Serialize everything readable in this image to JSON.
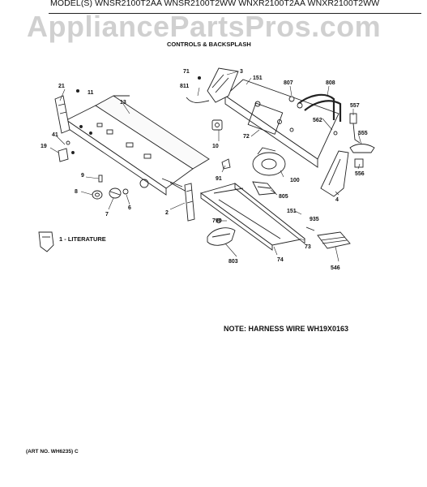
{
  "header": {
    "models": "MODEL(S) WNSR2100T2AA  WNSR2100T2WW  WNXR2100T2AA  WNXR2100T2WW",
    "watermark": "AppliancePartsPros.com",
    "section": "CONTROLS & BACKSPLASH"
  },
  "labels": {
    "literature": "1 - LITERATURE",
    "part_numbers": [
      "21",
      "11",
      "13",
      "41",
      "19",
      "9",
      "8",
      "7",
      "6",
      "2",
      "71",
      "3",
      "151",
      "811",
      "807",
      "808",
      "557",
      "562",
      "555",
      "556",
      "72",
      "10",
      "100",
      "91",
      "805",
      "4",
      "151",
      "790",
      "935",
      "73",
      "803",
      "74",
      "546"
    ]
  },
  "footer": {
    "note": "NOTE: HARNESS WIRE WH19X0163",
    "art_number": "(ART NO. WH6235) C"
  }
}
